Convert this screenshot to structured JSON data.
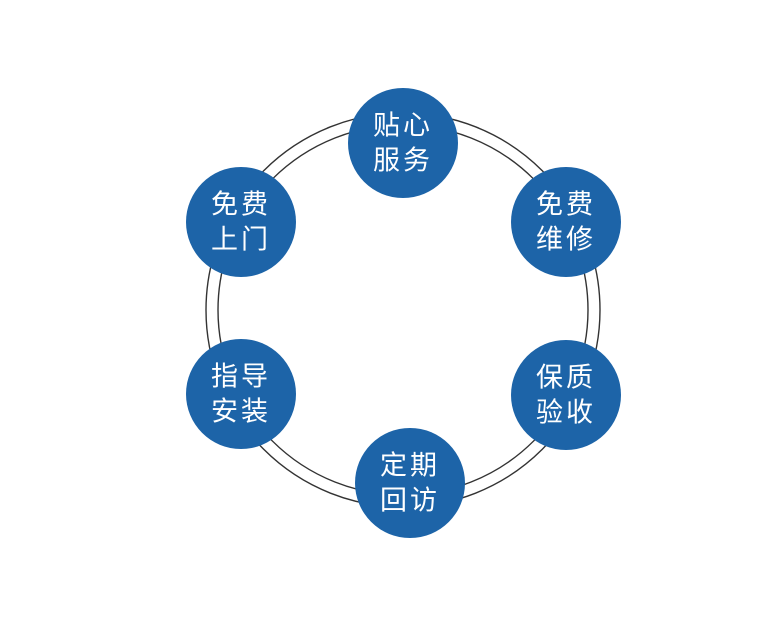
{
  "colors": {
    "node_fill": "#1d64a8",
    "ring_stroke": "#333333",
    "text": "#ffffff",
    "background": "#ffffff"
  },
  "nodes": [
    {
      "id": "tiexin-fuwu",
      "lines": [
        "贴心",
        "服务"
      ]
    },
    {
      "id": "mianfei-weixiu",
      "lines": [
        "免费",
        "维修"
      ]
    },
    {
      "id": "baozhi-yanshou",
      "lines": [
        "保质",
        "验收"
      ]
    },
    {
      "id": "dingqi-huifang",
      "lines": [
        "定期",
        "回访"
      ]
    },
    {
      "id": "zhidao-anzhuang",
      "lines": [
        "指导",
        "安装"
      ]
    },
    {
      "id": "mianfei-shangmen",
      "lines": [
        "免费",
        "上门"
      ]
    }
  ]
}
